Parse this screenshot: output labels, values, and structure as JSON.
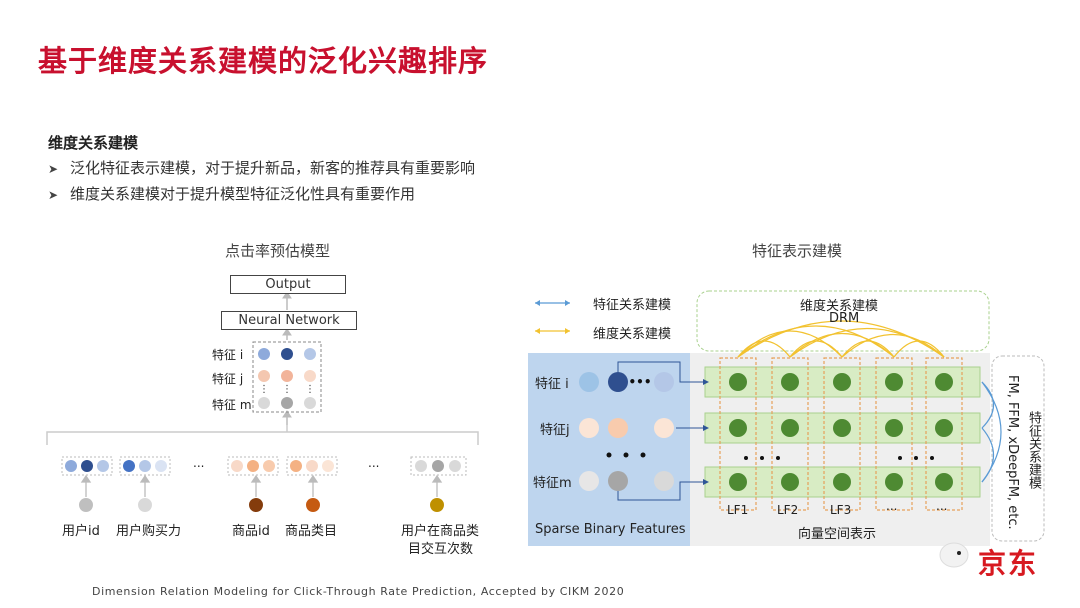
{
  "header": {
    "title": "基于维度关系建模的泛化兴趣排序"
  },
  "section": {
    "heading": "维度关系建模",
    "bullets": [
      "泛化特征表示建模，对于提升新品，新客的推荐具有重要影响",
      "维度关系建模对于提升模型特征泛化性具有重要作用"
    ]
  },
  "left_diagram": {
    "title": "点击率预估模型",
    "output_label": "Output",
    "nn_label": "Neural Network",
    "feature_rows": [
      "特征 i",
      "特征 j",
      "特征 m"
    ],
    "ellipsis": "...",
    "inputs": [
      "用户id",
      "用户购买力",
      "商品id",
      "商品类目"
    ],
    "interaction_label_line1": "用户在商品类",
    "interaction_label_line2": "目交互次数"
  },
  "right_diagram": {
    "title": "特征表示建模",
    "legend": [
      "特征关系建模",
      "维度关系建模"
    ],
    "drm_label": "维度关系建模",
    "drm_short": "DRM",
    "feature_rows": [
      "特征 i",
      "特征j",
      "特征m"
    ],
    "sparse_label": "Sparse Binary Features",
    "lf_labels": [
      "LF1",
      "LF2",
      "LF3",
      "...",
      "..."
    ],
    "vector_label": "向量空间表示",
    "side_models": "FM, FFM, xDeepFM, etc.",
    "side_label": "特征关系建模"
  },
  "footer": {
    "citation": "Dimension Relation Modeling for Click-Through Rate Prediction,  Accepted by CIKM 2020",
    "brand": "京东"
  },
  "colors": {
    "title_red": "#c8102e",
    "node_green": "#4e8a32",
    "panel_blue": "#bed5ee",
    "row_green": "#d8ecc4",
    "arc_yellow": "#f2c230"
  }
}
